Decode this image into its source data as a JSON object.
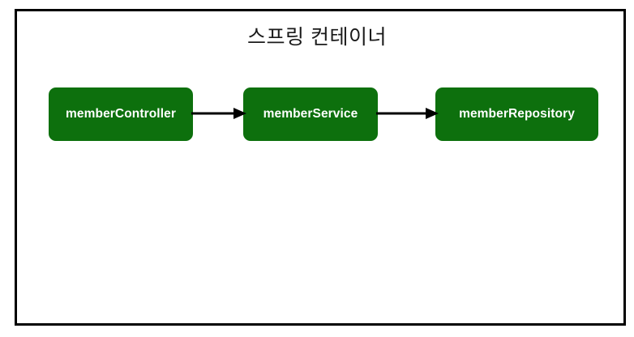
{
  "diagram": {
    "title": "스프링 컨테이너",
    "background_color": "#ffffff",
    "frame_border_color": "#000000",
    "node_fill_color": "#0d700d",
    "node_text_color": "#ffffff",
    "arrow_color": "#000000",
    "nodes": [
      {
        "id": "memberController",
        "label": "memberController"
      },
      {
        "id": "memberService",
        "label": "memberService"
      },
      {
        "id": "memberRepository",
        "label": "memberRepository"
      }
    ],
    "edges": [
      {
        "from": "memberController",
        "to": "memberService",
        "style": "solid-arrow"
      },
      {
        "from": "memberService",
        "to": "memberRepository",
        "style": "solid-arrow"
      }
    ]
  }
}
